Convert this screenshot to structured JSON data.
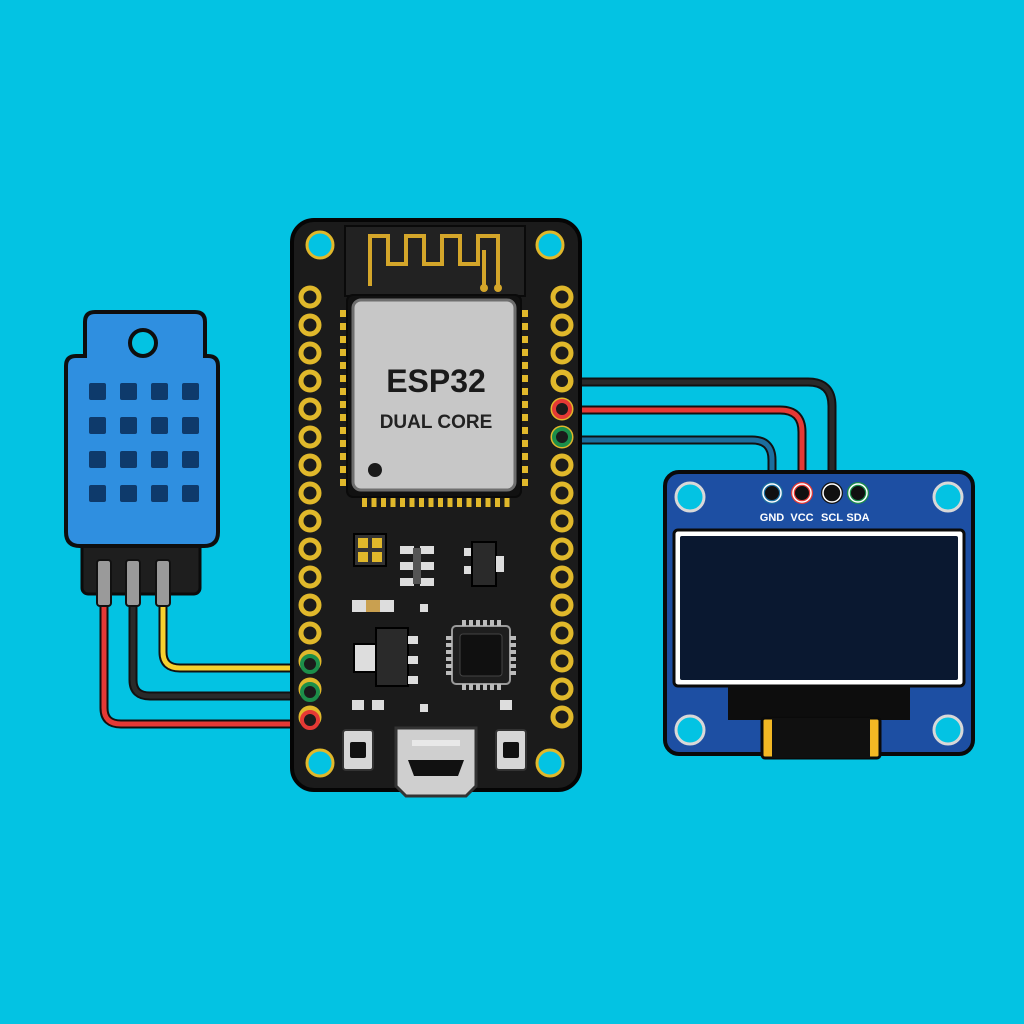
{
  "colors": {
    "background": "#03C3E3",
    "board": "#1B1B1B",
    "pad": "#E0B82B",
    "chip": "#C7C7C7",
    "sensor": "#2F8FE0",
    "oled_pcb": "#1D4FA3",
    "oled_screen": "#0A1830",
    "wire_red": "#E53935",
    "wire_black": "#111111",
    "wire_yellow": "#F6D02F",
    "wire_teal": "#1C6E9E"
  },
  "esp32": {
    "label": "ESP32",
    "sublabel": "DUAL CORE"
  },
  "oled": {
    "pins": [
      {
        "label": "GND",
        "color": "#1C6E9E"
      },
      {
        "label": "VCC",
        "color": "#E53935"
      },
      {
        "label": "SCL",
        "color": "#111111"
      },
      {
        "label": "SDA",
        "color": "#1C8E4A"
      }
    ]
  },
  "dht_sensor": {
    "pins": [
      {
        "wire": "#E53935"
      },
      {
        "wire": "#111111"
      },
      {
        "wire": "#F6D02F"
      }
    ]
  }
}
